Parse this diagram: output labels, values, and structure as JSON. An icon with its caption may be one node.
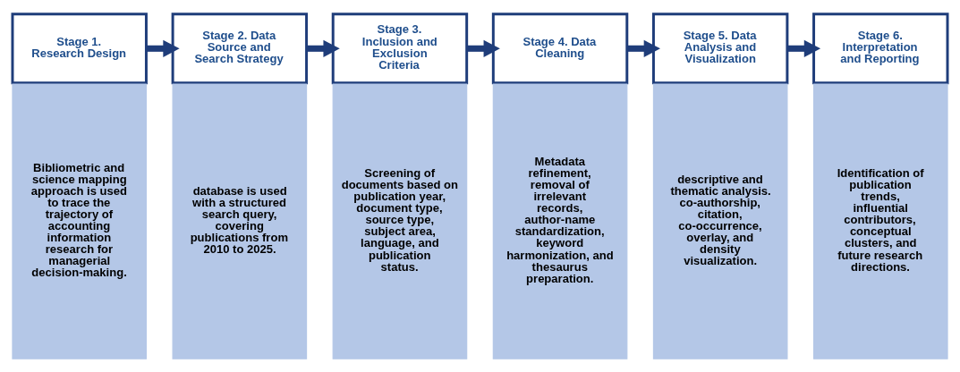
{
  "diagram": {
    "nodes": [
      {
        "text": [
          "Stage 1. Research Design"
        ]
      },
      {
        "text": [
          "Bibliometric and science mapping approach is used to trace the trajectory of accounting information research for managerial decision-making."
        ]
      },
      {
        "text": [
          "Stage 2. Data Source and Search Strategy"
        ]
      },
      {
        "text": [
          "database is used with a structured search query, covering publications from 2010 to 2025."
        ]
      },
      {
        "text": [
          "Stage 3. Inclusion and Exclusion Criteria"
        ]
      },
      {
        "text": [
          "Screening of documents based on publication year, document type, source type, subject area, language, and publication status."
        ]
      },
      {
        "text": [
          "Stage 4. Data Cleaning"
        ]
      },
      {
        "text": [
          "Metadata refinement, removal of irrelevant records, author-name standardization, keyword harmonization, and thesaurus preparation."
        ]
      },
      {
        "text": [
          "Stage 5. Data Analysis and Visualization"
        ]
      },
      {
        "text": [
          "descriptive and thematic analysis. co-authorship, citation, co-occurrence, overlay, and density visualization."
        ]
      },
      {
        "text": [
          "Stage 6. Interpretation and Reporting"
        ]
      },
      {
        "text": [
          "Identification of publication trends, influential contributors, conceptual clusters, and future research directions."
        ]
      }
    ],
    "edges": [
      {
        "from": 0,
        "to": 2,
        "arrow": "to"
      },
      {
        "from": 2,
        "to": 4,
        "arrow": "to"
      },
      {
        "from": 4,
        "to": 6,
        "arrow": "to"
      },
      {
        "from": 6,
        "to": 8,
        "arrow": "to"
      },
      {
        "from": 8,
        "to": 10,
        "arrow": "to"
      }
    ]
  }
}
